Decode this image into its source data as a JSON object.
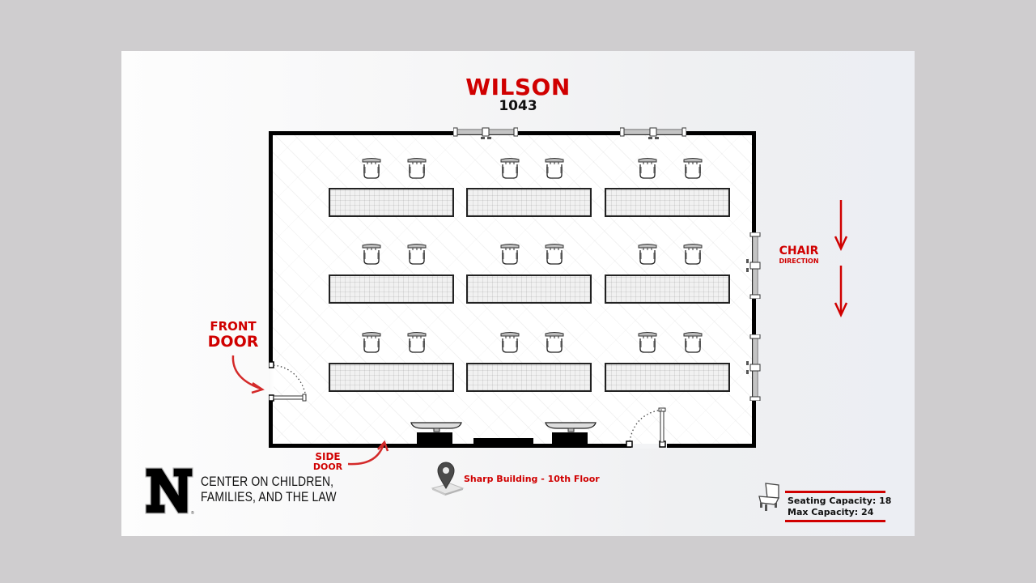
{
  "room": {
    "name": "WILSON",
    "number": "1043"
  },
  "labels": {
    "front_door": [
      "FRONT",
      "DOOR"
    ],
    "side_door": [
      "SIDE",
      "DOOR"
    ],
    "chair_direction": [
      "CHAIR",
      "DIRECTION"
    ]
  },
  "organization": {
    "logo_letter": "N",
    "name_line1": "CENTER ON CHILDREN,",
    "name_line2": "FAMILIES, AND THE LAW"
  },
  "location": {
    "icon": "map-pin-icon",
    "text": "Sharp Building - 10th Floor"
  },
  "capacity": {
    "icon": "chair-icon",
    "seating": "Seating Capacity: 18",
    "max": "Max Capacity: 24"
  },
  "layout": {
    "table_rows": 3,
    "tables_per_row": 3,
    "chairs_per_table": 2,
    "total_chairs": 18
  },
  "colors": {
    "accent_red": "#d00000",
    "wall": "#000000",
    "background": "#cfcdcf"
  }
}
